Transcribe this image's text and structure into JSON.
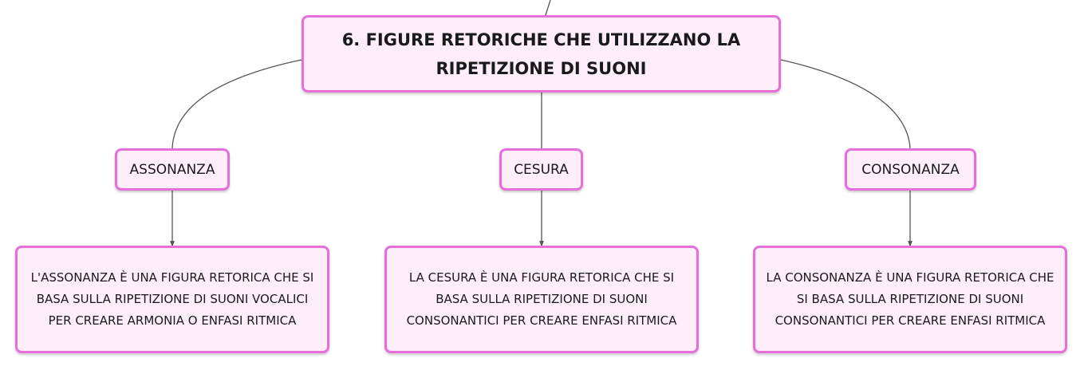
{
  "diagram": {
    "root": {
      "label": "6. FIGURE RETORICHE CHE UTILIZZANO LA RIPETIZIONE DI SUONI"
    },
    "branches": [
      {
        "label": "ASSONANZA",
        "description": "L'ASSONANZA È UNA FIGURA RETORICA CHE SI BASA SULLA RIPETIZIONE DI SUONI VOCALICI PER CREARE ARMONIA O ENFASI RITMICA"
      },
      {
        "label": "CESURA",
        "description": "LA CESURA È UNA FIGURA RETORICA CHE SI BASA SULLA RIPETIZIONE DI SUONI CONSONANTICI PER CREARE ENFASI RITMICA"
      },
      {
        "label": "CONSONANZA",
        "description": "LA CONSONANZA È UNA FIGURA RETORICA CHE SI BASA SULLA RIPETIZIONE DI SUONI CONSONANTICI PER CREARE ENFASI RITMICA"
      }
    ]
  },
  "colors": {
    "node_border": "#e66fd9",
    "node_fill": "#fdeefa",
    "connector": "#555555"
  }
}
